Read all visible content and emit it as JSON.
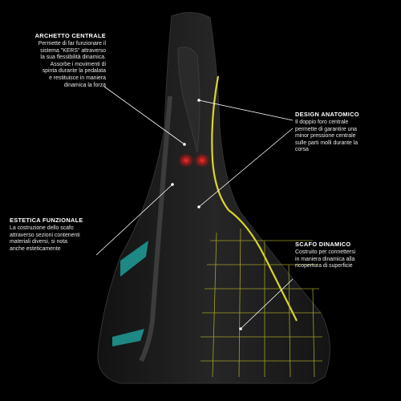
{
  "callouts": {
    "archetto": {
      "title": "ARCHETTO CENTRALE",
      "body": "Permette di far funzionare il\nsistema \"KERS\" attraverso\nla sua flessibilità dinamica.\nAssorbe i movimenti di\nspinta durante la pedalata\ne restituisce in maniera\ndinamica la forza"
    },
    "design": {
      "title": "DESIGN ANATOMICO",
      "body": "Il doppio foro centrale\npermette di garantire una\nminor pressione centrale\nsulle parti molli durante la\ncorsa"
    },
    "estetica": {
      "title": "ESTETICA FUNZIONALE",
      "body": "La costruzione dello scafo\nattraverso sezioni contenenti\nmateriali diversi, si nota\nanche esteticamente"
    },
    "scafo": {
      "title": "SCAFO DINAMICO",
      "body": "Costruito per connettersi\nin maniera dinamica alla\nricopertura di superficie"
    }
  },
  "colors": {
    "background": "#000000",
    "saddle": "#1c1c1c",
    "accent_yellow": "#d8d62a",
    "accent_red": "#e0202a",
    "accent_teal": "#1fa5a0",
    "leader": "#ffffff"
  }
}
